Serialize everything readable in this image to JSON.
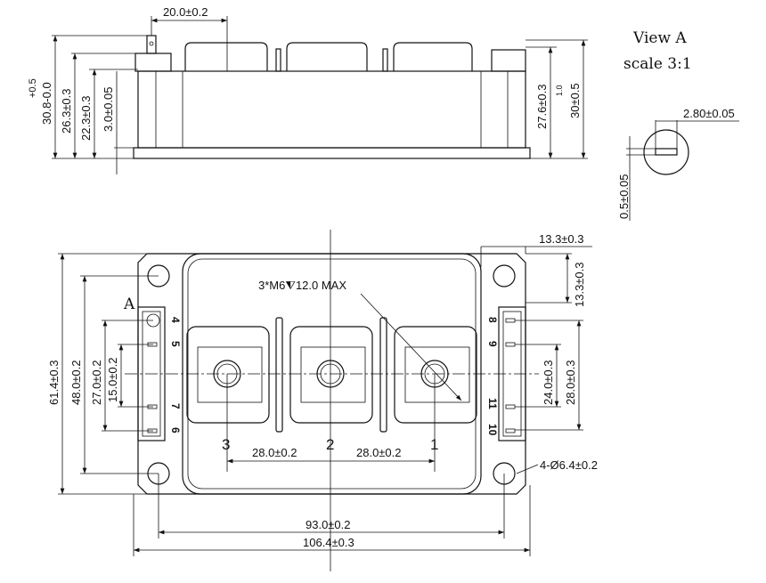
{
  "side_view": {
    "dim_top": "20.0±0.2",
    "dim_308": "30.8-0.0",
    "dim_308_tol": "+0.5",
    "dim_263": "26.3±0.3",
    "dim_223": "22.3±0.3",
    "dim_30": "3.0±0.05",
    "dim_276": "27.6±0.3",
    "dim_30r": "30±0.5",
    "dim_30r_tol": "1.0"
  },
  "view_a": {
    "title": "View A",
    "scale": "scale 3:1",
    "width": "2.80±0.05",
    "thickness": "0.5±0.05"
  },
  "top_view": {
    "label_a": "A",
    "thread": "3*M6⧨12.0 MAX",
    "holes": "4-Ø6.4±0.2",
    "dim_1064": "106.4±0.3",
    "dim_930": "93.0±0.2",
    "pitch_left": "28.0±0.2",
    "pitch_right": "28.0±0.2",
    "dim_614": "61.4±0.3",
    "dim_480": "48.0±0.2",
    "dim_270": "27.0±0.2",
    "dim_150": "15.0±0.2",
    "dim_240": "24.0±0.3",
    "dim_280": "28.0±0.3",
    "dim_133h": "13.3±0.3",
    "dim_133v": "13.3±0.3",
    "terminals": [
      "3",
      "2",
      "1"
    ],
    "pins_left": [
      "4",
      "5",
      "7",
      "6"
    ],
    "pins_right": [
      "8",
      "9",
      "11",
      "10"
    ]
  }
}
